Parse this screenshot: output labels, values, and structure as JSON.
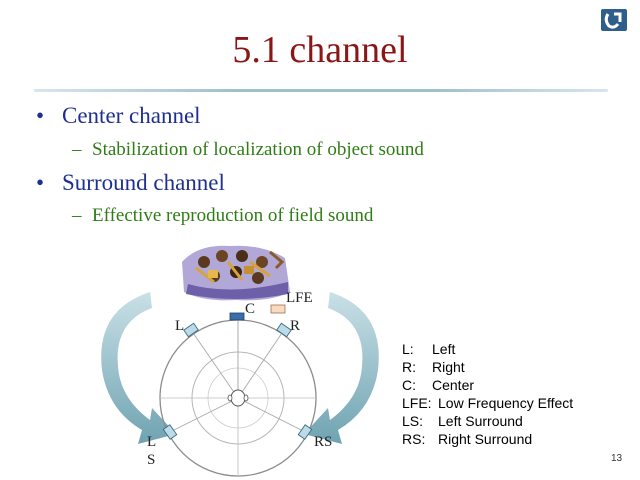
{
  "slide": {
    "title": "5.1 channel",
    "page_number": "13",
    "logo_icon": "company-logo-icon"
  },
  "bullets": [
    {
      "text": "Center channel",
      "sub": "Stabilization of localization of object sound"
    },
    {
      "text": "Surround channel",
      "sub": "Effective reproduction of field sound"
    }
  ],
  "markers": {
    "bullet": "•",
    "dash": "–"
  },
  "diagram": {
    "speakers": {
      "L": "L",
      "C": "C",
      "R": "R",
      "LFE": "LFE",
      "LS_top": "L",
      "LS_bottom": "S",
      "RS": "RS"
    },
    "colors": {
      "center_speaker": "#3a6ea8",
      "side_speaker": "#bcdbe8",
      "lfe_speaker": "#f8d9c2",
      "arrow": "#7faebc"
    }
  },
  "legend": [
    {
      "key": "L:",
      "value": "Left"
    },
    {
      "key": "R:",
      "value": "Right"
    },
    {
      "key": "C:",
      "value": "Center"
    },
    {
      "key": "LFE:",
      "value": "Low Frequency Effect"
    },
    {
      "key": "LS:",
      "value": "Left Surround"
    },
    {
      "key": "RS:",
      "value": "Right Surround"
    }
  ]
}
